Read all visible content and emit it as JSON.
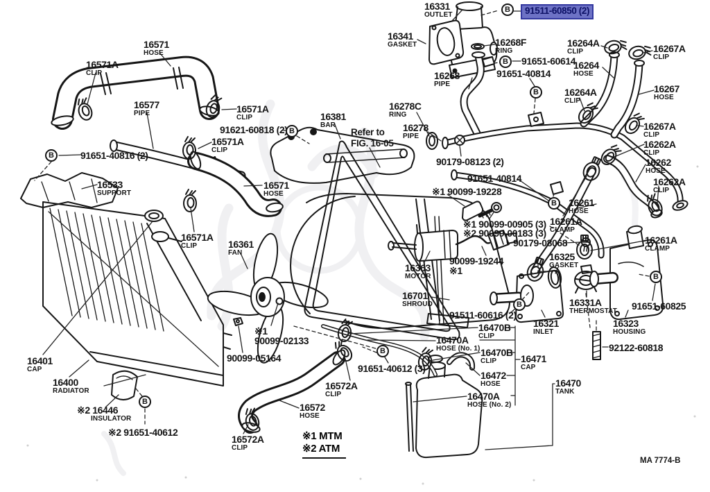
{
  "highlight": {
    "code": "91511-60850 (2)",
    "fill": "#6d72c5",
    "border": "#32379f",
    "text_color": "#0d1166"
  },
  "bolt_marker": {
    "letter": "B"
  },
  "note": {
    "line1": "Refer to",
    "line2": "FIG. 16-05"
  },
  "legend": {
    "line1": "※1 MTM",
    "line2": "※2 ATM"
  },
  "drawing_code": "MA 7774-B",
  "labels": {
    "t16331": {
      "code": "16331",
      "name": "OUTLET"
    },
    "t16341": {
      "code": "16341",
      "name": "GASKET"
    },
    "t16268F": {
      "code": "16268F",
      "name": "RING"
    },
    "t91651_60614": {
      "code": "91651-60614"
    },
    "t91651_40814a": {
      "code": "91651-40814"
    },
    "t16268": {
      "code": "16268",
      "name": "PIPE"
    },
    "t16264Aa": {
      "code": "16264A",
      "name": "CLIP"
    },
    "t16264": {
      "code": "16264",
      "name": "HOSE"
    },
    "t16264Ab": {
      "code": "16264A",
      "name": "CLIP"
    },
    "t16267Aa": {
      "code": "16267A",
      "name": "CLIP"
    },
    "t16267": {
      "code": "16267",
      "name": "HOSE"
    },
    "t16267Ab": {
      "code": "16267A",
      "name": "CLIP"
    },
    "t16262Aa": {
      "code": "16262A",
      "name": "CLIP"
    },
    "t16262": {
      "code": "16262",
      "name": "HOSE"
    },
    "t16262Ab": {
      "code": "16262A",
      "name": "CLIP"
    },
    "t16261": {
      "code": "16261",
      "name": "HOSE"
    },
    "t16261Aa": {
      "code": "16261A",
      "name": "CLAMP"
    },
    "t16261Ab": {
      "code": "16261A",
      "name": "CLAMP"
    },
    "t16278C": {
      "code": "16278C",
      "name": "RING"
    },
    "t16278": {
      "code": "16278",
      "name": "PIPE"
    },
    "t16381": {
      "code": "16381",
      "name": "BAR"
    },
    "t16571a": {
      "code": "16571",
      "name": "HOSE"
    },
    "t16571Aa": {
      "code": "16571A",
      "name": "CLIP"
    },
    "t16577": {
      "code": "16577",
      "name": "PIPE"
    },
    "t16571Ab": {
      "code": "16571A",
      "name": "CLIP"
    },
    "t91621_60818": {
      "code": "91621-60818 (2)"
    },
    "t16571Ac": {
      "code": "16571A",
      "name": "CLIP"
    },
    "t91651_40816": {
      "code": "91651-40816 (2)"
    },
    "t16533": {
      "code": "16533",
      "name": "SUPPORT"
    },
    "t16571b": {
      "code": "16571",
      "name": "HOSE"
    },
    "t16571Ad": {
      "code": "16571A",
      "name": "CLIP"
    },
    "t16361": {
      "code": "16361",
      "name": "FAN"
    },
    "t90179_08123": {
      "code": "90179-08123 (2)"
    },
    "t90099_19228": {
      "code": "※1 90099-19228"
    },
    "t91651_40814b": {
      "code": "91651-40814"
    },
    "t90099_00905": {
      "code": "※1 90099-00905 (3)"
    },
    "t90099_00183": {
      "code": "※2 90099-00183 (3)"
    },
    "t90179_08068": {
      "code": "90179-08068"
    },
    "t16325": {
      "code": "16325",
      "name": "GASKET"
    },
    "t16363": {
      "code": "16363",
      "name": "MOTOR"
    },
    "t90099_19244": {
      "code": "90099-19244",
      "name2": "※1"
    },
    "t16701": {
      "code": "16701",
      "name": "SHROUD"
    },
    "t91511_60616": {
      "code": "91511-60616 (2)"
    },
    "t16321": {
      "code": "16321",
      "name": "INLET"
    },
    "t16331A": {
      "code": "16331A",
      "name": "THERMOSTAT"
    },
    "t91651_60825": {
      "code": "91651-60825"
    },
    "t16323": {
      "code": "16323",
      "name": "HOUSING"
    },
    "t92122_60818": {
      "code": "92122-60818"
    },
    "t16470Ba": {
      "code": "16470B",
      "name": "CLIP"
    },
    "t16470Aa": {
      "code": "16470A",
      "name": "HOSE (No. 1)"
    },
    "t16470Bb": {
      "code": "16470B",
      "name": "CLIP"
    },
    "t16471": {
      "code": "16471",
      "name": "CAP"
    },
    "t16472": {
      "code": "16472",
      "name": "HOSE"
    },
    "t16470Ab": {
      "code": "16470A",
      "name": "HOSE (No. 2)"
    },
    "t16470": {
      "code": "16470",
      "name": "TANK"
    },
    "t91651_40612x3": {
      "code": "91651-40612 (3)"
    },
    "t16401": {
      "code": "16401",
      "name": "CAP"
    },
    "t16400": {
      "code": "16400",
      "name": "RADIATOR"
    },
    "t16446": {
      "code": "※2 16446",
      "name": "INSULATOR"
    },
    "t91651_40612": {
      "code": "※2 91651-40612"
    },
    "t90099_05164": {
      "code": "90099-05164"
    },
    "t90099_02133": {
      "code": "※1",
      "name2": "90099-02133"
    },
    "t16572Aa": {
      "code": "16572A",
      "name": "CLIP"
    },
    "t16572": {
      "code": "16572",
      "name": "HOSE"
    },
    "t16572Ab": {
      "code": "16572A",
      "name": "CLIP"
    }
  }
}
